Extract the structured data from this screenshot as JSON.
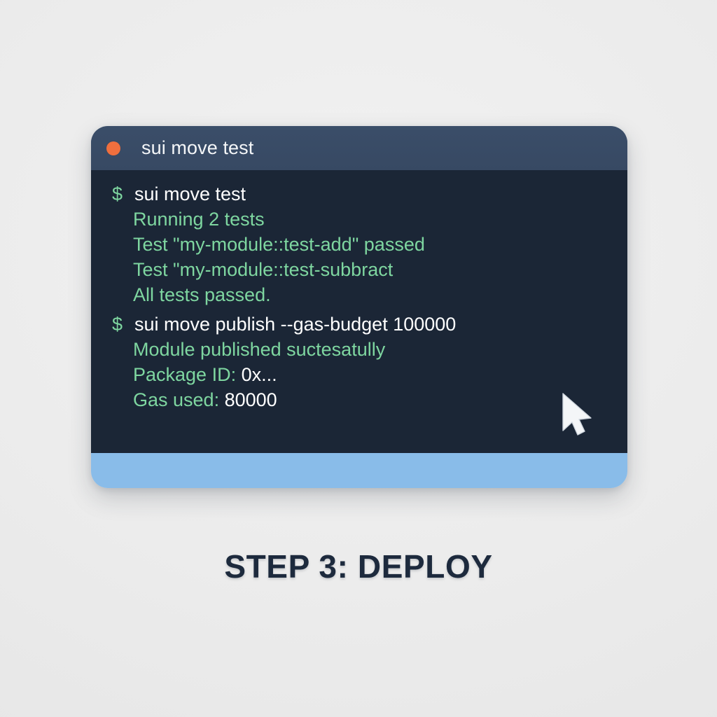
{
  "caption": "STEP 3: DEPLOY",
  "window": {
    "title": "sui move test",
    "dot_color": "#ef6f3e",
    "titlebar_color": "#3a4d68",
    "body_color": "#1b2636",
    "footer_color": "#89bce9"
  },
  "colors": {
    "background": "#ebebeb",
    "prompt_green": "#7ed6a0",
    "output_green": "#7ed6a0",
    "command_white": "#ffffff",
    "caption_navy": "#1d2a3d"
  },
  "terminal": {
    "prompt_symbol": "$",
    "lines": [
      {
        "kind": "command",
        "prompt": "$",
        "text": "sui move test"
      },
      {
        "kind": "output",
        "text": "Running 2 tests"
      },
      {
        "kind": "output",
        "text": "Test \"my-module::test-add\" passed"
      },
      {
        "kind": "output",
        "text": "Test \"my-module::test-subbract"
      },
      {
        "kind": "output",
        "text": "All tests passed."
      },
      {
        "kind": "command",
        "prompt": "$",
        "text": "sui move publish --gas-budget 100000"
      },
      {
        "kind": "output",
        "text": "Module published suctesatully"
      },
      {
        "kind": "output",
        "label": "Package ID: ",
        "value": "0x..."
      },
      {
        "kind": "output",
        "label": "Gas used: ",
        "value": "80000"
      }
    ]
  },
  "cursor": {
    "icon": "mouse-pointer-arrow"
  }
}
